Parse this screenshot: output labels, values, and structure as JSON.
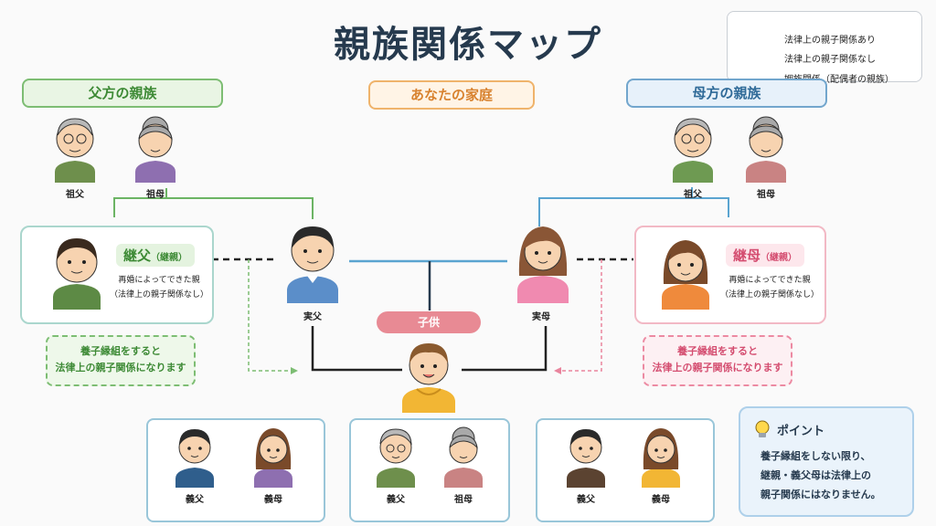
{
  "title": "親族関係マップ",
  "legend": {
    "items": [
      {
        "label": "法律上の親子関係あり",
        "color": "#222222"
      },
      {
        "label": "法律上の親子関係なし",
        "color": "#222222"
      },
      {
        "label": "姻族関係（配偶者の親族）",
        "color": "#5aa4d0"
      }
    ]
  },
  "sections": {
    "paternal": "父方の親族",
    "family": "あなたの家庭",
    "maternal": "母方の親族"
  },
  "people": {
    "p_grandfather": "祖父",
    "p_grandmother": "祖母",
    "m_grandfather": "祖父",
    "m_grandmother": "祖母",
    "father": "実父",
    "mother": "実母",
    "child": "子供"
  },
  "stepfather": {
    "title": "継父",
    "tag": "（継親）",
    "line1": "再婚によってできた親",
    "line2": "（法律上の親子関係なし）"
  },
  "stepmother": {
    "title": "継母",
    "tag": "（継親）",
    "line1": "再婚によってできた親",
    "line2": "（法律上の親子関係なし）"
  },
  "notes": {
    "left_line1": "養子縁組をすると",
    "left_line2": "法律上の親子関係になります",
    "right_line1": "養子縁組をすると",
    "right_line2": "法律上の親子関係になります"
  },
  "bottom": {
    "g1": [
      "義父",
      "義母"
    ],
    "g2": [
      "義父",
      "祖母"
    ],
    "g3": [
      "義父",
      "義母"
    ]
  },
  "tip": {
    "title": "ポイント",
    "line1": "養子縁組をしない限り、",
    "line2": "継親・義父母は法律上の",
    "line3": "親子関係にはなりません。"
  },
  "colors": {
    "legal": "#222222",
    "affinity": "#5aa4d0",
    "paternal_line": "#6cb464",
    "step_pink": "#e9849d",
    "step_green": "#7dbd73"
  }
}
